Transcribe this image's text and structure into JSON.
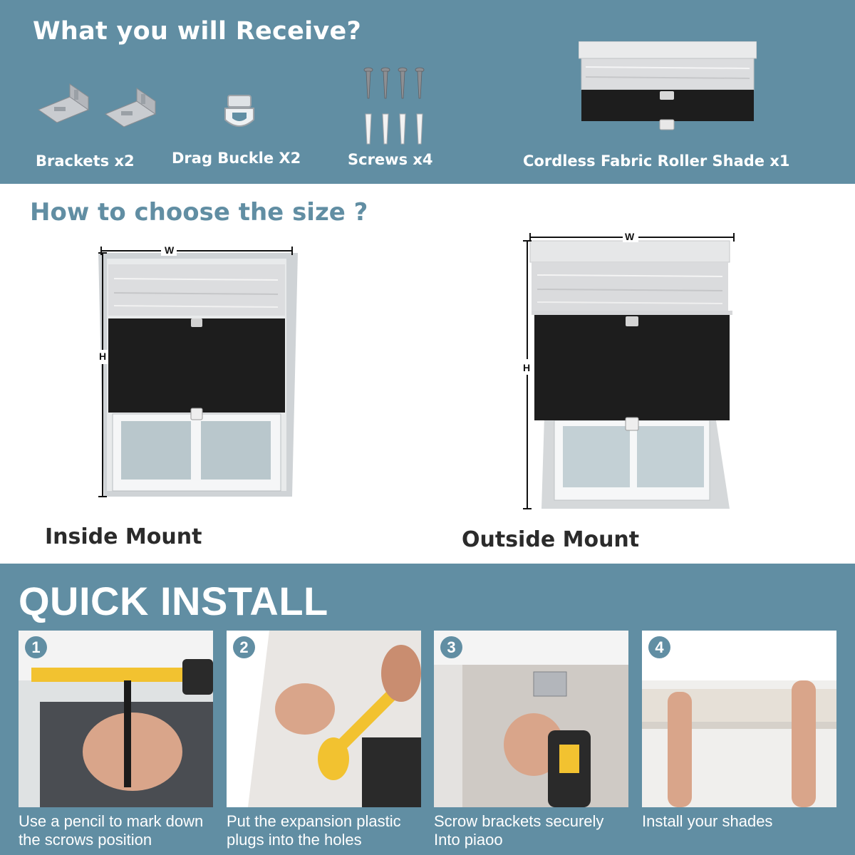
{
  "receive": {
    "title": "What you will Receive?",
    "items": [
      {
        "label": "Brackets x2",
        "icon": "bracket-icon"
      },
      {
        "label": "Drag Buckle X2",
        "icon": "drag-buckle-icon"
      },
      {
        "label": "Screws x4",
        "icon": "screw-icon"
      },
      {
        "label": "Cordless Fabric Roller Shade x1",
        "icon": "roller-shade-icon"
      }
    ]
  },
  "size": {
    "title": "How to choose the size ?",
    "inside": {
      "label": "Inside Mount",
      "width_mark": "W",
      "height_mark": "H"
    },
    "outside": {
      "label": "Outside Mount",
      "width_mark": "W",
      "height_mark": "H"
    }
  },
  "install": {
    "title": "QUICK INSTALL",
    "steps": [
      {
        "number": "1",
        "line1": "Use a pencil to mark down",
        "line2": "the scrows position"
      },
      {
        "number": "2",
        "line1": "Put the expansion plastic",
        "line2": "plugs into the holes"
      },
      {
        "number": "3",
        "line1": "Scrow brackets securely",
        "line2": "Into piaoo"
      },
      {
        "number": "4",
        "line1": "Install your shades",
        "line2": ""
      }
    ]
  },
  "colors": {
    "brand_blue": "#618ea3",
    "shade_dark": "#1d1d1d",
    "shade_light": "#e4e4e4"
  }
}
